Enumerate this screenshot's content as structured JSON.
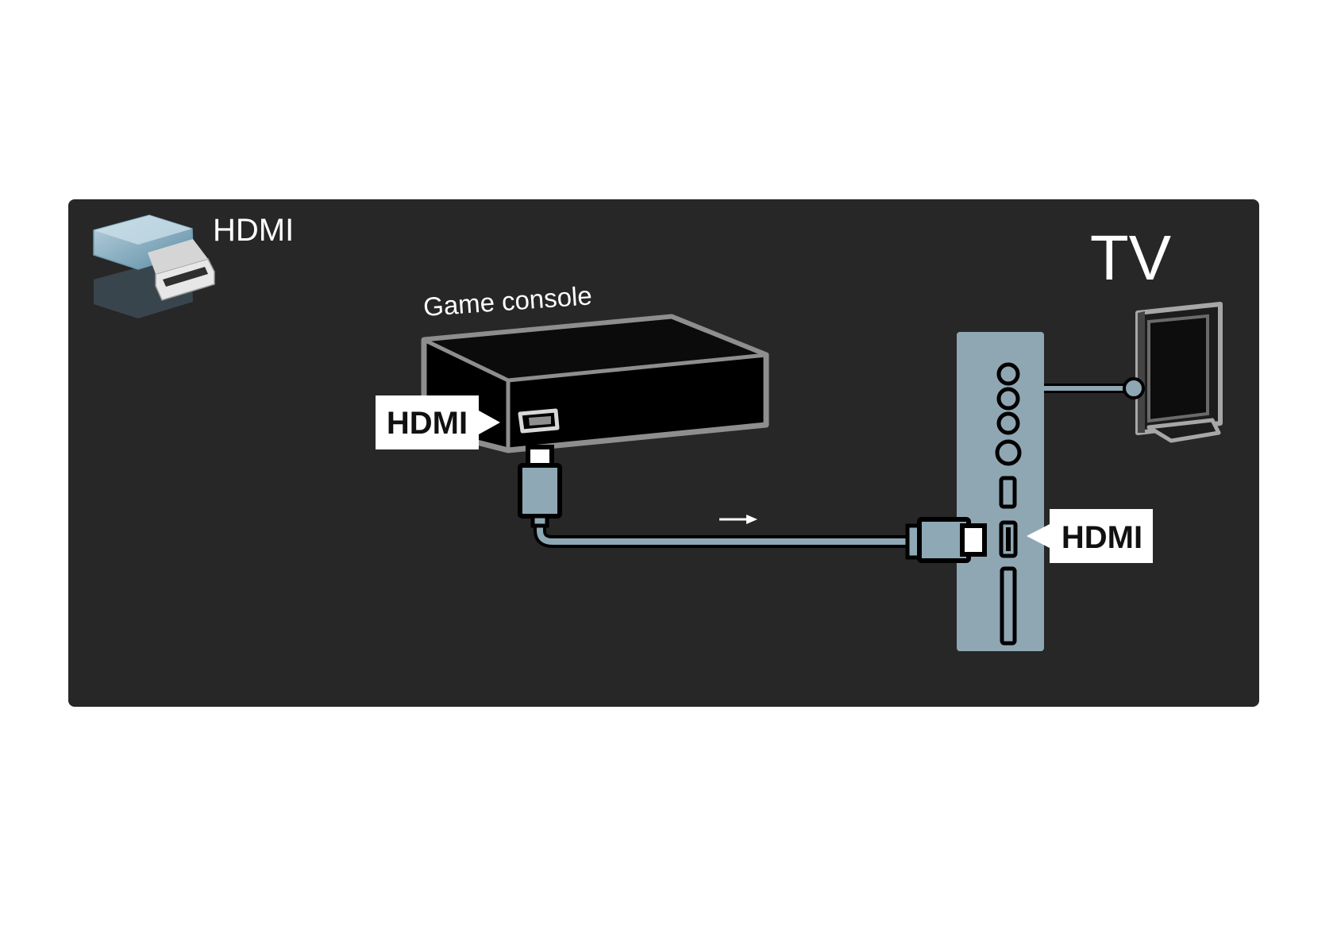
{
  "legend": {
    "connector_icon": "hdmi-connector-icon",
    "label": "HDMI"
  },
  "devices": {
    "tv_label": "TV",
    "console_label": "Game console"
  },
  "ports": {
    "console_port_label": "HDMI",
    "tv_port_label": "HDMI"
  },
  "signal": {
    "direction_icon": "arrow-right-icon"
  },
  "colors": {
    "panel_background": "#272727",
    "cable": "#8ea9b5",
    "tv_panel": "#8fa7b3",
    "label_box": "#ffffff"
  }
}
